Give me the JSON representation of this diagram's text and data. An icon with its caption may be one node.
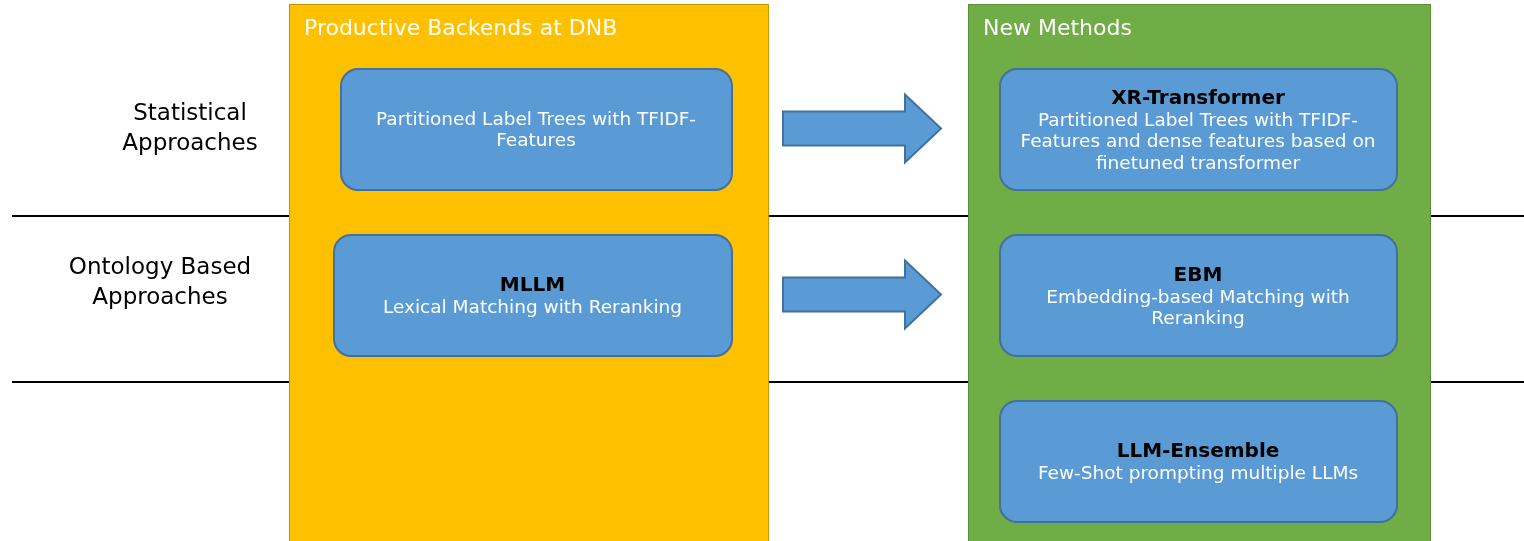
{
  "diagram": {
    "nodes": [
      {
        "text": [
          "Productive Backends at DNB"
        ]
      },
      {
        "text": [
          "Partitioned Label Trees with TFIDF-Features"
        ],
        "in": 0
      },
      {
        "text": [
          "MLLM",
          "Lexical Matching with Reranking"
        ],
        "in": 0
      },
      {
        "text": [
          "New Methods"
        ]
      },
      {
        "text": [
          "XR-Transformer",
          "Partitioned Label Trees with TFIDF-Features and dense features based on finetuned transformer"
        ],
        "in": 3
      },
      {
        "text": [
          "EBM",
          "Embedding-based Matching with Reranking"
        ],
        "in": 3
      },
      {
        "text": [
          "LLM-Ensemble",
          "Few-Shot prompting multiple LLMs"
        ],
        "in": 3
      }
    ],
    "edges": [
      {
        "from": 1,
        "to": 4,
        "arrow": "to"
      },
      {
        "from": 2,
        "to": 5,
        "arrow": "to"
      }
    ],
    "labels": [
      "Statistical Approaches",
      "Ontology Based Approaches"
    ]
  }
}
